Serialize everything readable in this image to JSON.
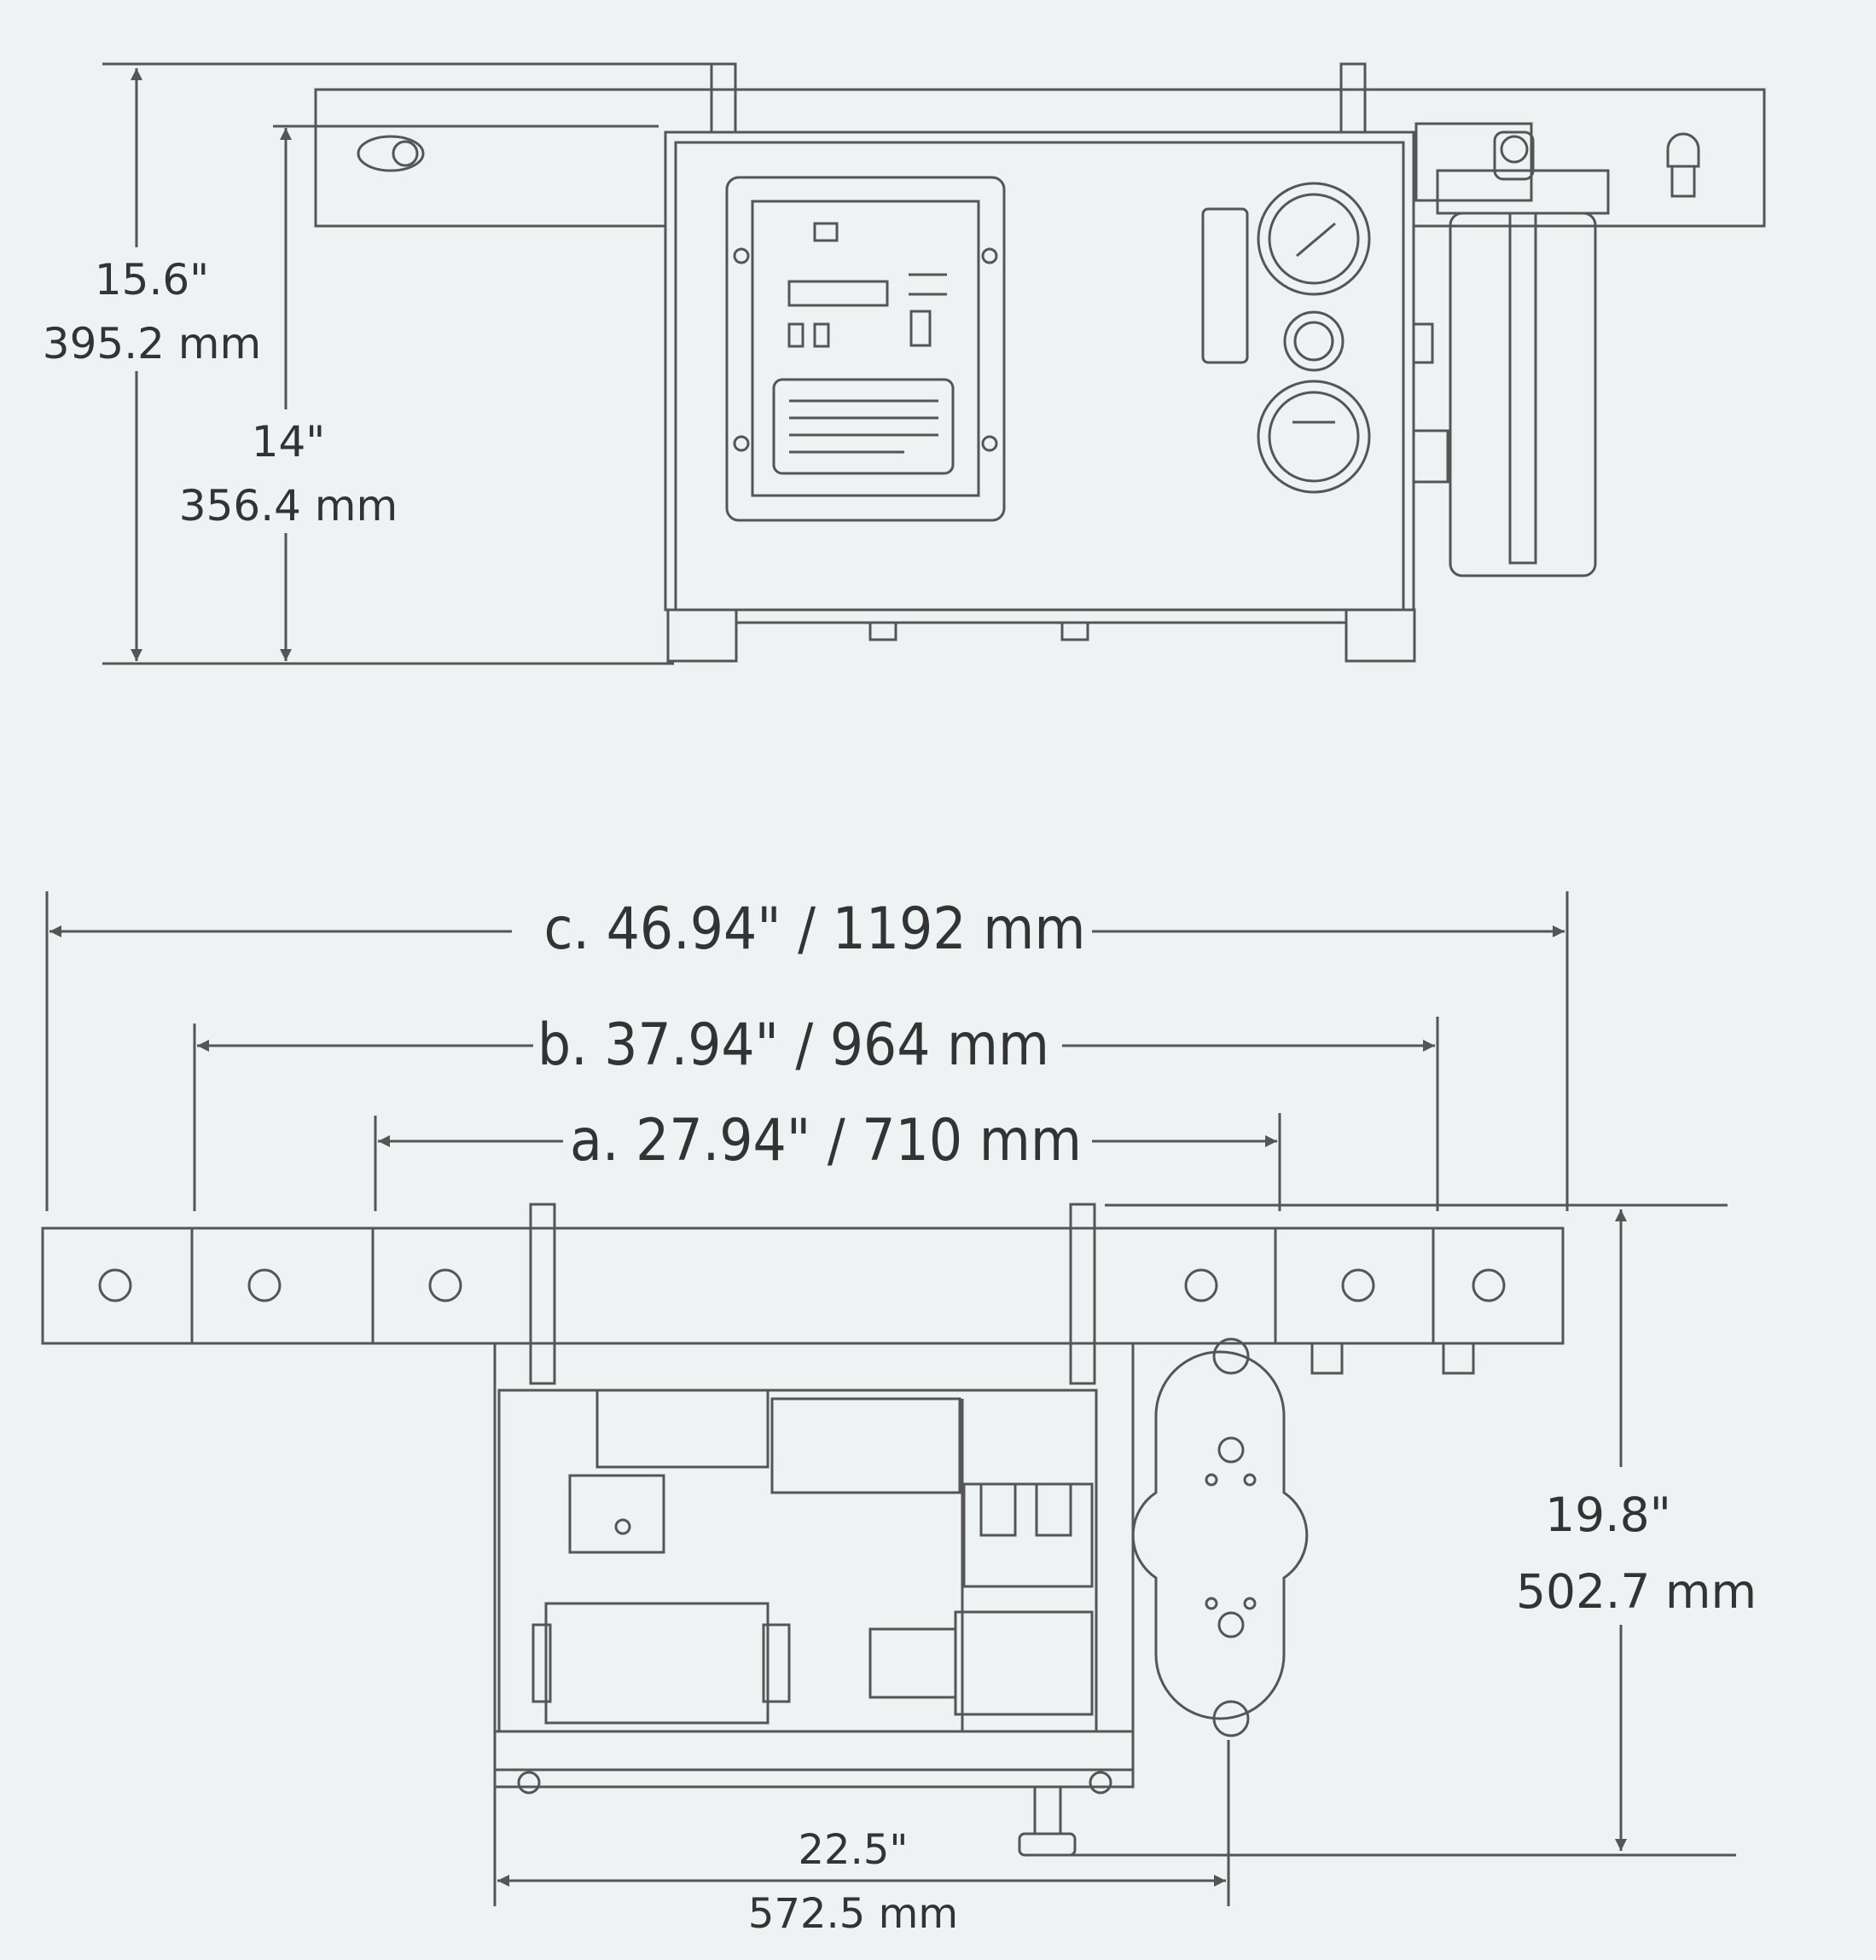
{
  "colors": {
    "background": "#eef2f3",
    "line": "#555555",
    "text": "#333333"
  },
  "side_view": {
    "overall_height": {
      "imperial": "15.6\"",
      "metric": "395.2 mm"
    },
    "cabinet_height": {
      "imperial": "14\"",
      "metric": "356.4 mm"
    }
  },
  "top_view": {
    "dimension_c": "c. 46.94\" / 1192 mm",
    "dimension_b": "b. 37.94\" / 964 mm",
    "dimension_a": "a. 27.94\" / 710 mm",
    "depth": {
      "imperial": "19.8\"",
      "metric": "502.7 mm"
    },
    "width": {
      "imperial": "22.5\"",
      "metric": "572.5 mm"
    }
  },
  "icons": [
    "control-panel-icon",
    "pressure-gauge-icon",
    "filter-housing-icon",
    "pump-icon"
  ]
}
